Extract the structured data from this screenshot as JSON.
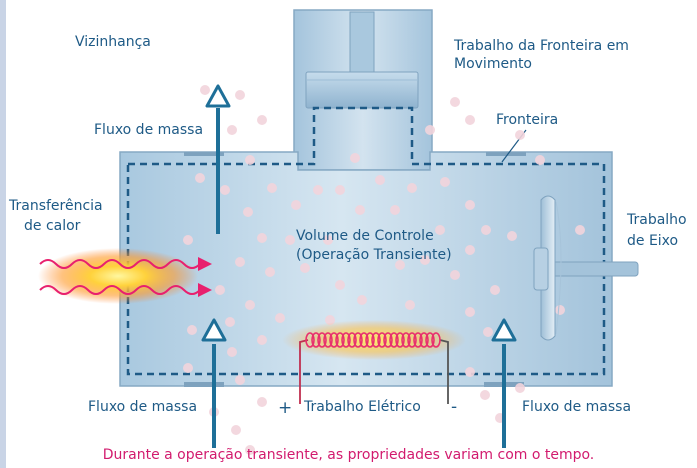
{
  "labels": {
    "surroundings": "Vizinhança",
    "moving_boundary_work": [
      "Trabalho da Fronteira em",
      "Movimento"
    ],
    "boundary": "Fronteira",
    "mass_flow_top": "Fluxo de massa",
    "heat_transfer": [
      "Transferência",
      "de calor"
    ],
    "control_volume": [
      "Volume de Controle",
      "(Operação Transiente)"
    ],
    "shaft_work": [
      "Trabalho",
      "de Eixo"
    ],
    "mass_flow_bottom_left": "Fluxo de massa",
    "electrical_work": "Trabalho Elétrico",
    "plus_sign": "+",
    "minus_sign": "-",
    "mass_flow_bottom_right": "Fluxo de massa"
  },
  "caption": "Durante a operação transiente, as propriedades variam com o tempo.",
  "colors": {
    "label_text": "#1e5a86",
    "caption_text": "#d21b6e",
    "vessel_fill": "#a9c9e0",
    "vessel_stroke": "#7fa3bf",
    "boundary_dash": "#1e5a86",
    "arrow": "#1e6f98",
    "heat_wave": "#e8206e",
    "coil": "#e8306e"
  }
}
